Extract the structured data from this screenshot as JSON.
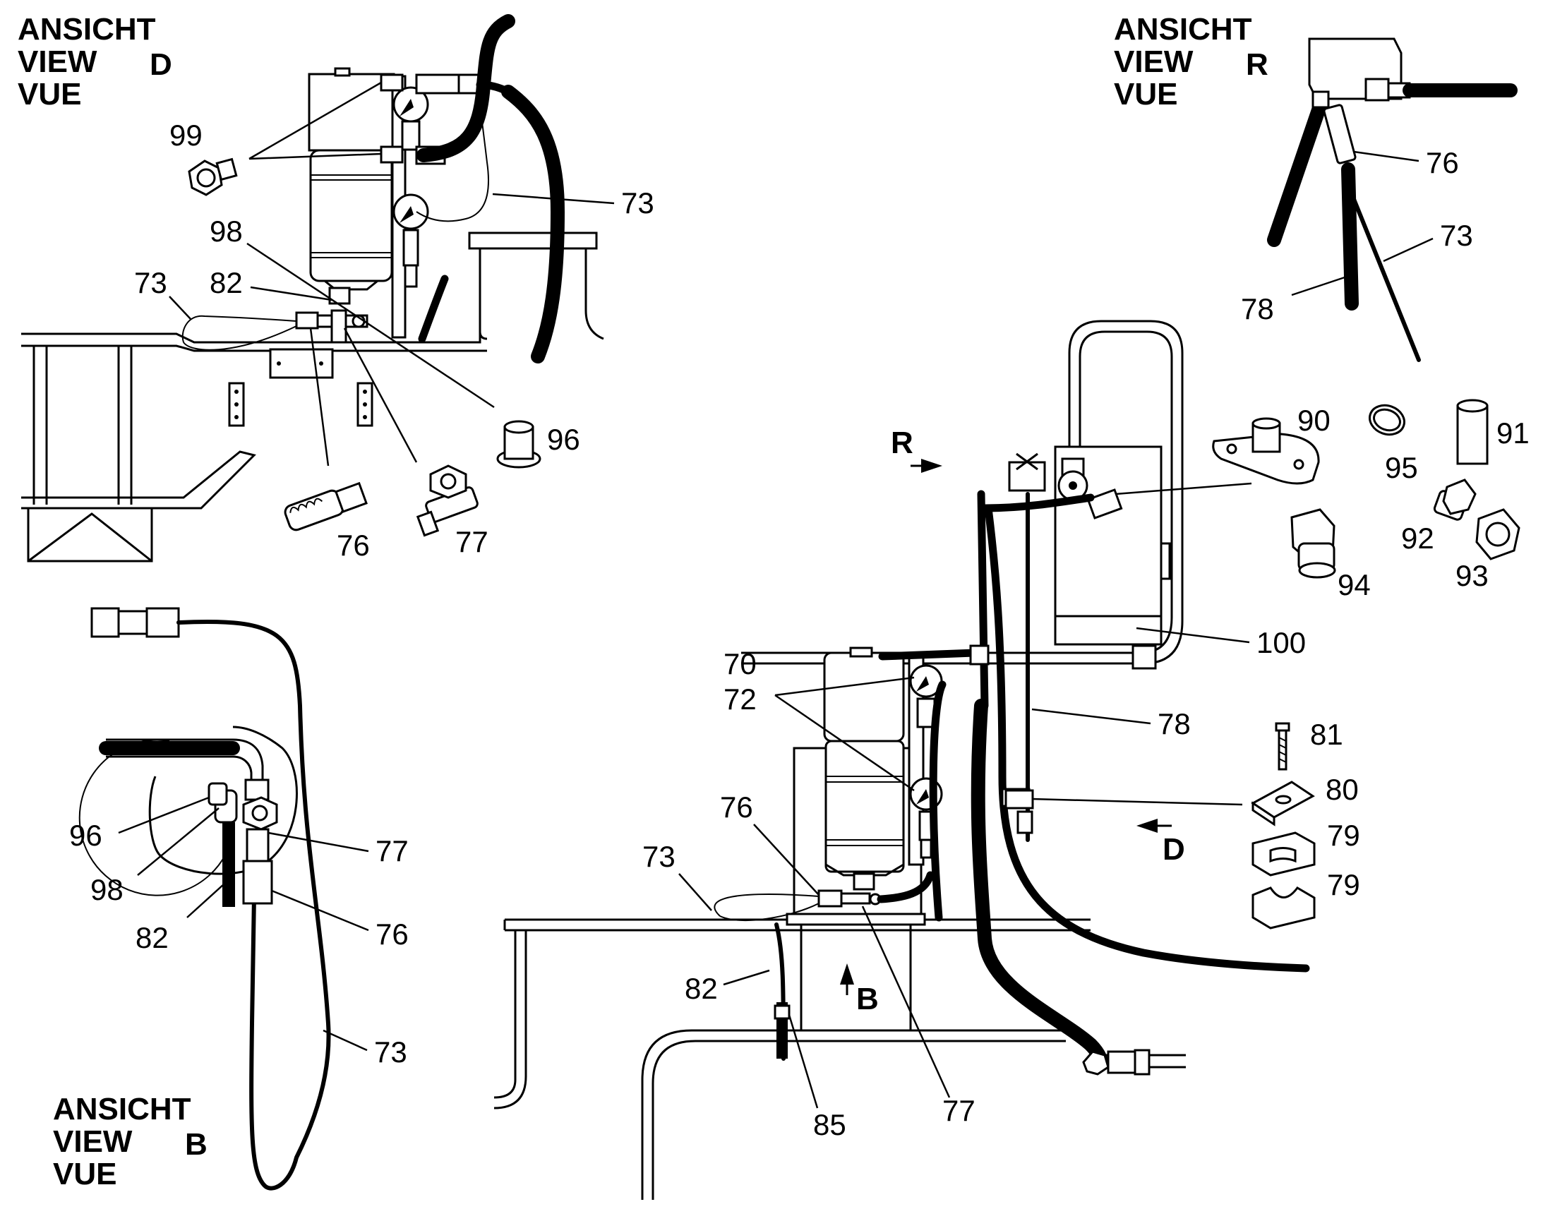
{
  "views": [
    {
      "id": "view-d",
      "lines": [
        "ANSICHT",
        "VIEW",
        "VUE"
      ],
      "letter": "D"
    },
    {
      "id": "view-r",
      "lines": [
        "ANSICHT",
        "VIEW",
        "VUE"
      ],
      "letter": "R"
    },
    {
      "id": "view-b",
      "lines": [
        "ANSICHT",
        "VIEW",
        "VUE"
      ],
      "letter": "B"
    }
  ],
  "direction_markers": {
    "r": "R",
    "d": "D",
    "b": "B"
  },
  "callouts": {
    "view_d": [
      "99",
      "73",
      "98",
      "82",
      "73",
      "96",
      "76",
      "77"
    ],
    "view_r": [
      "76",
      "73",
      "78"
    ],
    "view_b": [
      "96",
      "98",
      "82",
      "77",
      "76",
      "73"
    ],
    "main": [
      "90",
      "95",
      "91",
      "92",
      "93",
      "94",
      "100",
      "70",
      "72",
      "78",
      "81",
      "80",
      "79",
      "79",
      "76",
      "73",
      "82",
      "85",
      "77"
    ]
  }
}
